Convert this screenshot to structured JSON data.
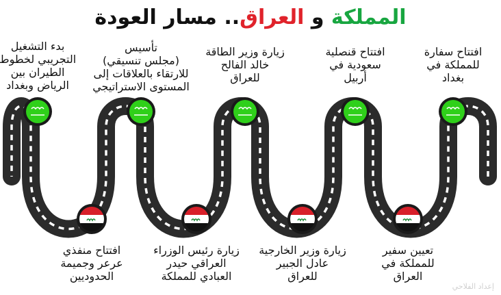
{
  "title": {
    "part1": "المملكة",
    "part2": " و ",
    "part3": "العراق",
    "part4": ".. مسار العودة",
    "colors": {
      "green": "#18a640",
      "red": "#e0232b",
      "black": "#111111"
    }
  },
  "colors": {
    "road": "#2b2b2b",
    "dash": "#ffffff",
    "saudi_green": "#2fd01a",
    "iraq_red": "#d8202a",
    "iraq_black": "#111111"
  },
  "top_milestones": [
    {
      "text": "افتتاح سفارة\nللمملكة في\nبغداد",
      "flag": "saudi"
    },
    {
      "text": "افتتاح قنصلية\nسعودية في\nأربيل",
      "flag": "saudi"
    },
    {
      "text": "زيارة وزير الطاقة\nخالد الفالح\nللعراق",
      "flag": "saudi"
    },
    {
      "text": "تأسيس\n(مجلس تنسيقي)\nللارتقاء بالعلاقات إلى\nالمستوى الاستراتيجي",
      "flag": "saudi"
    },
    {
      "text": "بدء التشغيل\nالتجريبي لخطوط\nالطيران بين\nالرياض وبغداد",
      "flag": "saudi"
    }
  ],
  "bottom_milestones": [
    {
      "text": "تعيين سفير\nللمملكة في\nالعراق",
      "flag": "iraq"
    },
    {
      "text": "زيارة وزير الخارجية\nعادل الجبير\nللعراق",
      "flag": "iraq"
    },
    {
      "text": "زيارة رئيس الوزراء\nالعراقي حيدر\nالعبادي للمملكة",
      "flag": "iraq"
    },
    {
      "text": "افتتاح منفذي\nعرعر وجميمة\nالحدوديين",
      "flag": "iraq"
    }
  ],
  "footer": "إعداد الفلاحي"
}
